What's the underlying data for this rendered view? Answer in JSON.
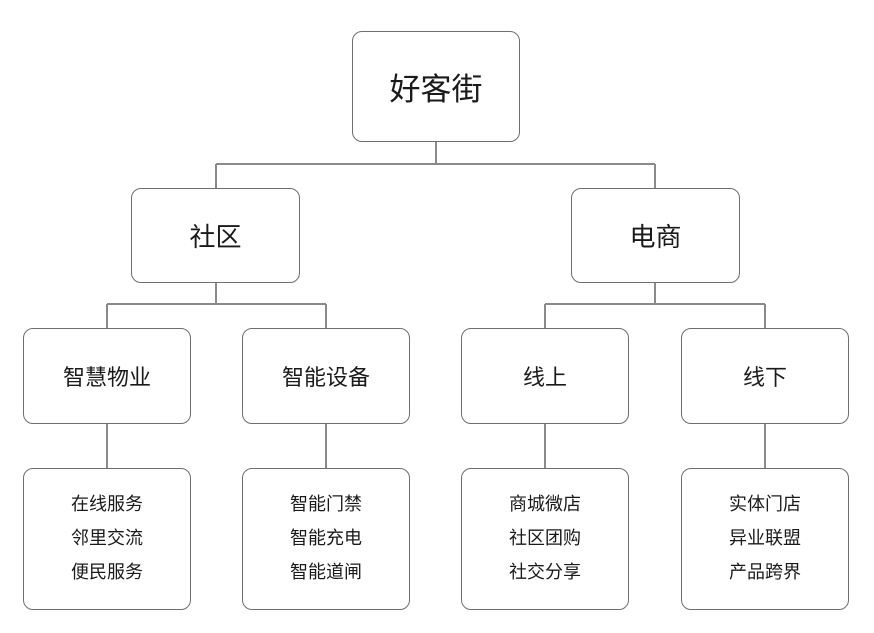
{
  "tree": {
    "root": "好客街",
    "branches": [
      {
        "label": "社区",
        "children": [
          {
            "label": "智慧物业",
            "items": [
              "在线服务",
              "邻里交流",
              "便民服务"
            ]
          },
          {
            "label": "智能设备",
            "items": [
              "智能门禁",
              "智能充电",
              "智能道闸"
            ]
          }
        ]
      },
      {
        "label": "电商",
        "children": [
          {
            "label": "线上",
            "items": [
              "商城微店",
              "社区团购",
              "社交分享"
            ]
          },
          {
            "label": "线下",
            "items": [
              "实体门店",
              "异业联盟",
              "产品跨界"
            ]
          }
        ]
      }
    ]
  }
}
